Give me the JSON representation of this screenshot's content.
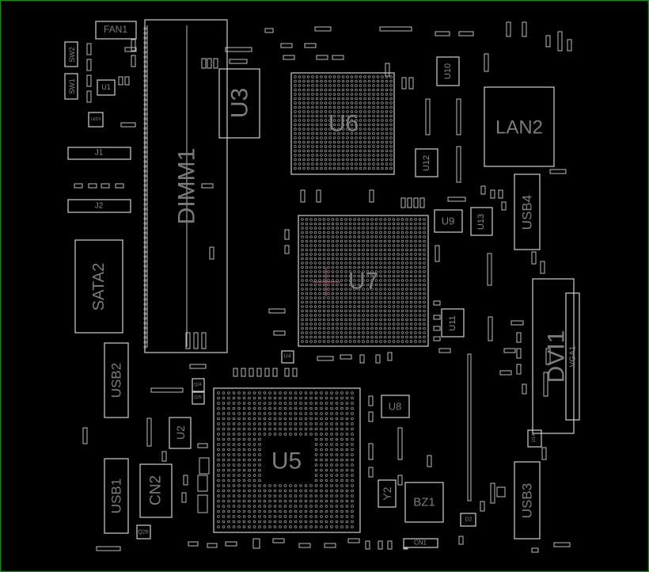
{
  "board": {
    "border_color": "#1f8a1f",
    "outline_color": "#cfcfcf",
    "label_color": "#7c7c7c",
    "via_color": "#1b6b55"
  },
  "components": {
    "fan1": "FAN1",
    "sw2": "SW2",
    "sw1": "SW1",
    "u1": "U1",
    "led3": "LED3",
    "j1": "J1",
    "j2": "J2",
    "sata2": "SATA2",
    "usb2": "USB2",
    "usb1": "USB1",
    "cn2": "CN2",
    "q26": "Q26",
    "u2": "U2",
    "q24": "Q24",
    "q25": "Q25",
    "dimm1": "DIMM1",
    "u3": "U3",
    "u6": "U6",
    "u7": "U7",
    "u5": "U5",
    "u4": "U4",
    "u8": "U8",
    "y2": "Y2",
    "bz1": "BZ1",
    "d2": "D2",
    "cn1": "CN1",
    "u10": "U10",
    "u12": "U12",
    "u9": "U9",
    "u13": "U13",
    "u11": "U11",
    "u14": "U14",
    "lan2": "LAN2",
    "usb4": "USB4",
    "dvi1": "DVI1",
    "vga1": "VGA1",
    "usb3": "USB3"
  }
}
